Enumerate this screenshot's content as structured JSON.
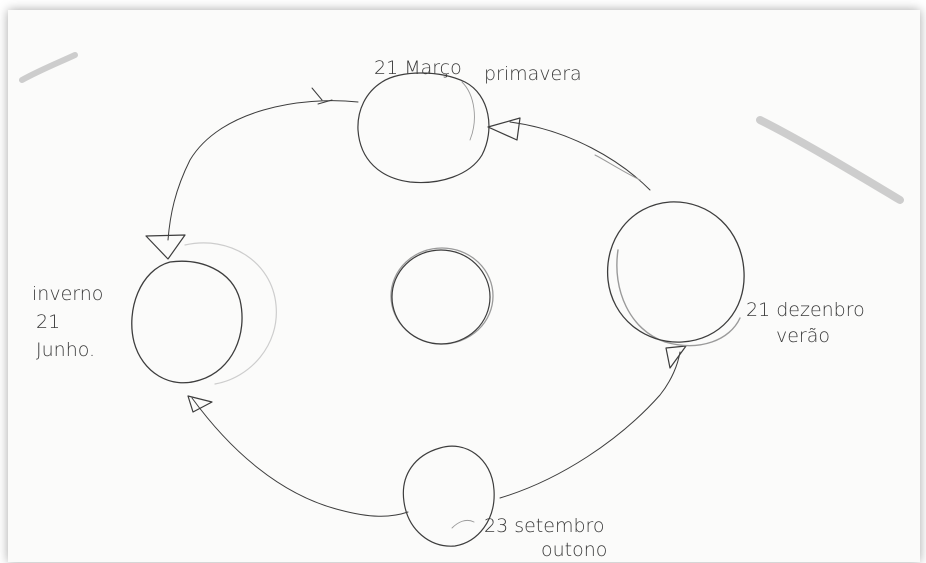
{
  "labels": {
    "march_date": "21 Março",
    "march_season": "primavera",
    "june_season": "inverno",
    "june_day": "21",
    "june_month": "Junho.",
    "december_date": "21 dezenbro",
    "december_season": "verão",
    "september_date": "23 setembro",
    "september_season": "outono"
  }
}
